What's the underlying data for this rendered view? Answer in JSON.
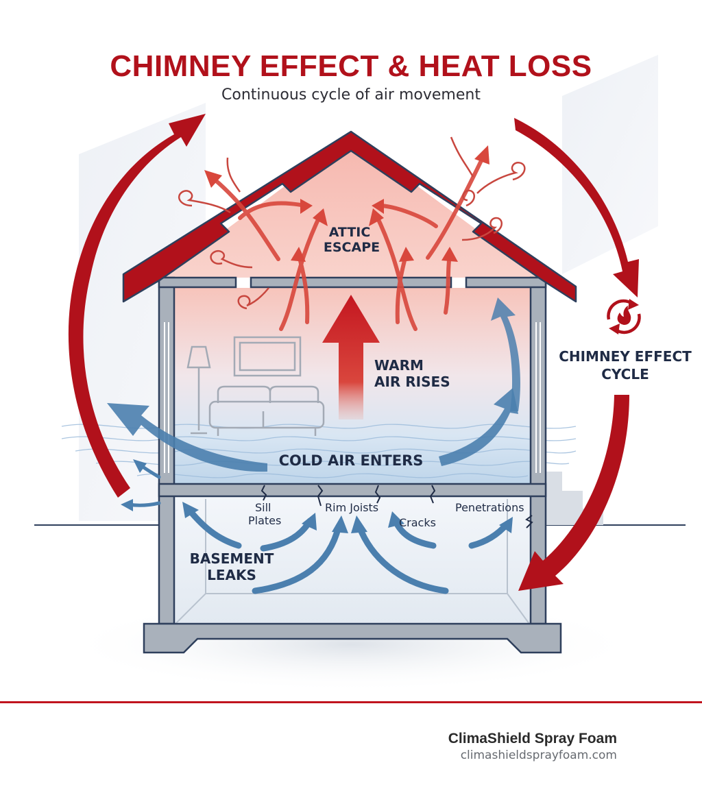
{
  "header": {
    "title": "CHIMNEY EFFECT & HEAT LOSS",
    "subtitle": "Continuous cycle of air movement"
  },
  "labels": {
    "attic_line1": "ATTIC",
    "attic_line2": "ESCAPE",
    "warm_line1": "WARM",
    "warm_line2": "AIR RISES",
    "cold_air": "COLD AIR ENTERS",
    "cycle_line1": "CHIMNEY EFFECT",
    "cycle_line2": "CYCLE",
    "sill_line1": "Sill",
    "sill_line2": "Plates",
    "rim_joists": "Rim Joists",
    "cracks": "Cracks",
    "penetrations": "Penetrations",
    "basement_line1": "BASEMENT",
    "basement_line2": "LEAKS"
  },
  "footer": {
    "brand": "ClimaShield Spray Foam",
    "url": "climashieldsprayfoam.com"
  },
  "colors": {
    "accent_red": "#b1111b",
    "warm_red": "#d8362f",
    "cold_blue": "#4b7fae",
    "wall_gray": "#a9b1bb",
    "outline_navy": "#2e3f5c"
  },
  "icons": [
    "cycle-flame-icon"
  ]
}
